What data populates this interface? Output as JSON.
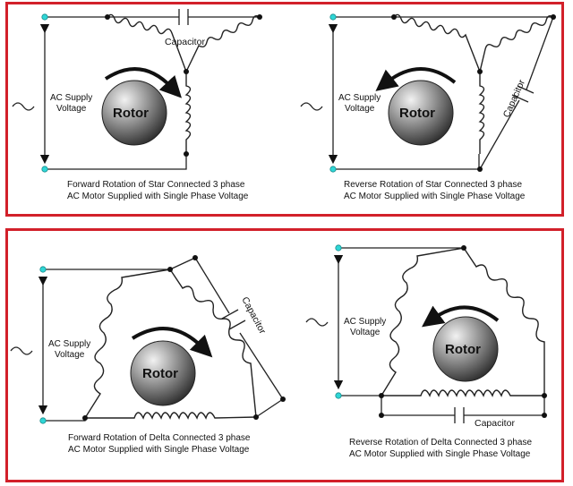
{
  "panels": {
    "top": {
      "left": {
        "supply_label_line1": "AC Supply",
        "supply_label_line2": "Voltage",
        "capacitor_label": "Capacitor",
        "rotor_label": "Rotor",
        "caption_line1": "Forward Rotation of Star Connected 3 phase",
        "caption_line2": "AC Motor Supplied with Single Phase Voltage"
      },
      "right": {
        "supply_label_line1": "AC Supply",
        "supply_label_line2": "Voltage",
        "capacitor_label": "Capacitor",
        "rotor_label": "Rotor",
        "caption_line1": "Reverse Rotation of Star Connected 3 phase",
        "caption_line2": "AC Motor Supplied with Single Phase Voltage"
      }
    },
    "bottom": {
      "left": {
        "supply_label_line1": "AC Supply",
        "supply_label_line2": "Voltage",
        "capacitor_label": "Capacitor",
        "rotor_label": "Rotor",
        "caption_line1": "Forward Rotation of Delta Connected 3 phase",
        "caption_line2": "AC Motor Supplied with Single Phase Voltage"
      },
      "right": {
        "supply_label_line1": "AC Supply",
        "supply_label_line2": "Voltage",
        "capacitor_label": "Capacitor",
        "rotor_label": "Rotor",
        "caption_line1": "Reverse Rotation of Delta Connected 3 phase",
        "caption_line2": "AC Motor Supplied with Single Phase Voltage"
      }
    }
  },
  "colors": {
    "border": "#d2202a",
    "terminal": "#2fd6d6",
    "wire": "#222222"
  }
}
